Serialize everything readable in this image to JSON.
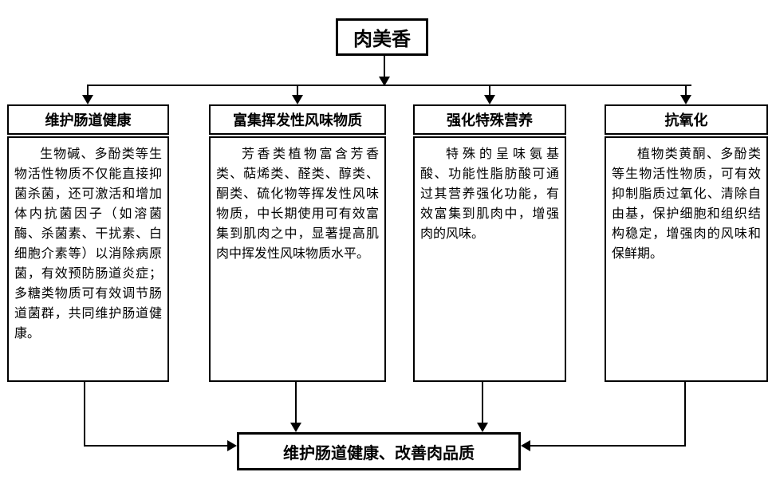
{
  "diagram": {
    "root": {
      "label": "肉美香"
    },
    "branches": [
      {
        "header": "维护肠道健康",
        "body": "生物碱、多酚类等生物活性物质不仅能直接抑菌杀菌，还可激活和增加体内抗菌因子（如溶菌酶、杀菌素、干扰素、白细胞介素等）以消除病原菌，有效预防肠道炎症；多糖类物质可有效调节肠道菌群，共同维护肠道健康。"
      },
      {
        "header": "富集挥发性风味物质",
        "body": "芳香类植物富含芳香类、萜烯类、醛类、醇类、酮类、硫化物等挥发性风味物质，中长期使用可有效富集到肌肉之中，显著提高肌肉中挥发性风味物质水平。"
      },
      {
        "header": "强化特殊营养",
        "body": "特殊的呈味氨基酸、功能性脂肪酸可通过其营养强化功能，有效富集到肌肉中，增强肉的风味。"
      },
      {
        "header": "抗氧化",
        "body": "植物类黄酮、多酚类等生物活性物质，可有效抑制脂质过氧化、清除自由基，保护细胞和组织结构稳定，增强肉的风味和保鲜期。"
      }
    ],
    "outcome": {
      "label": "维护肠道健康、改善肉品质"
    },
    "colors": {
      "line": "#000000",
      "background": "#ffffff",
      "text": "#000000"
    }
  }
}
